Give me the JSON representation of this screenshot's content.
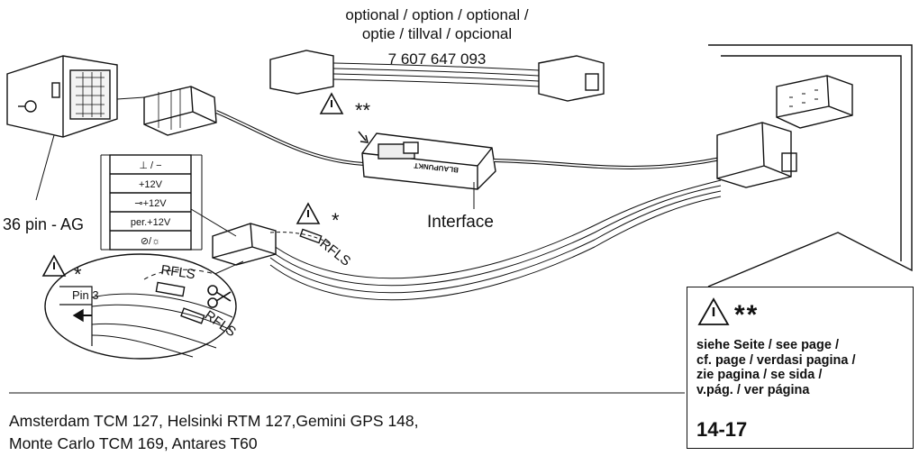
{
  "header": {
    "line1": "optional / option / optional /",
    "line2": "optie / tillval / opcional",
    "part_number": "7 607 647 093"
  },
  "labels": {
    "pin36": "36 pin - AG",
    "interface": "Interface",
    "brand": "BLAUPUNKT",
    "pin3": "Pin 3",
    "rfls": "RFLS",
    "star1": "*",
    "star2": "**"
  },
  "pin_table": [
    "⊥ / −",
    "+12V",
    "⊸+12V",
    "per.+12V",
    "⊘/☼"
  ],
  "note": {
    "stars": "**",
    "text": [
      "siehe Seite / see page /",
      "cf. page / verdasi pagina /",
      "zie pagina / se sida /",
      "v.pág. / ver página"
    ],
    "pages": "14-17"
  },
  "models": {
    "line1": "Amsterdam TCM 127, Helsinki RTM 127,Gemini GPS 148,",
    "line2": "Monte Carlo TCM 169, Antares T60"
  },
  "colors": {
    "line": "#111111",
    "background": "#ffffff"
  }
}
